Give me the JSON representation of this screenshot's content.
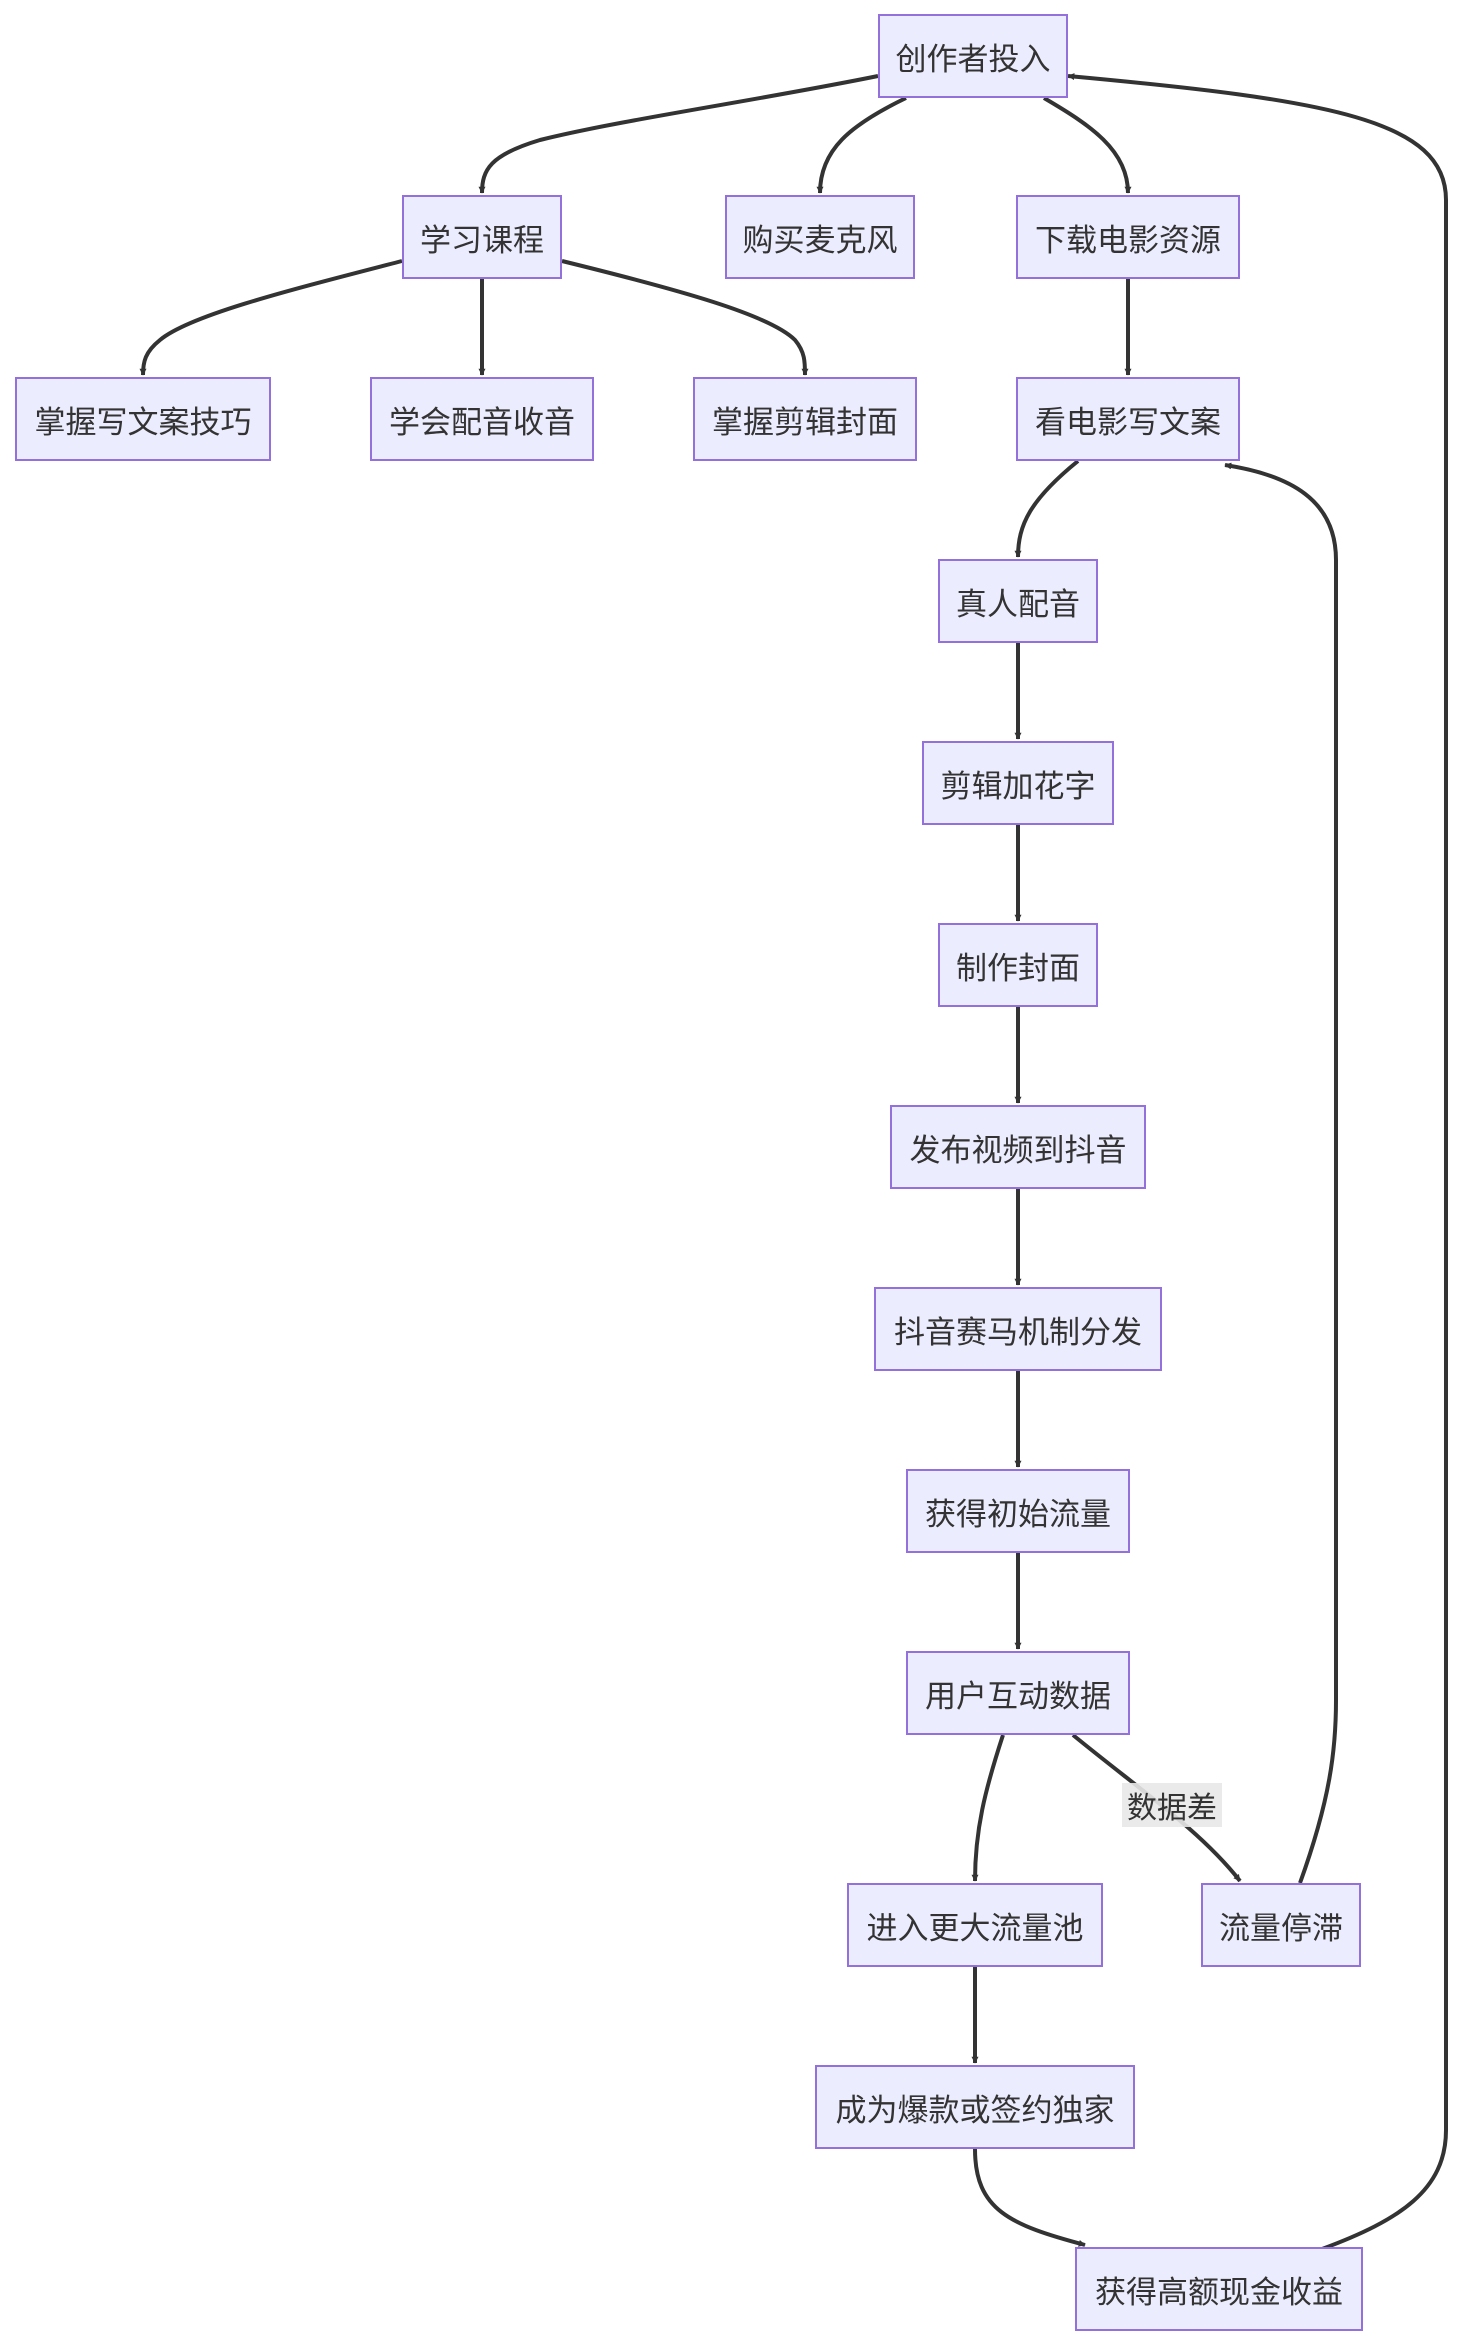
{
  "colors": {
    "node_fill": "#ECECFF",
    "node_border": "#9370DB",
    "edge": "#333333",
    "text": "#333333",
    "edge_label_bg": "#E8E8E8"
  },
  "nodes": {
    "creator_input": "创作者投入",
    "learn_course": "学习课程",
    "buy_mic": "购买麦克风",
    "download_movies": "下载电影资源",
    "copywriting_skill": "掌握写文案技巧",
    "dubbing_skill": "学会配音收音",
    "editing_skill": "掌握剪辑封面",
    "watch_write": "看电影写文案",
    "real_dubbing": "真人配音",
    "edit_captions": "剪辑加花字",
    "make_cover": "制作封面",
    "publish_douyin": "发布视频到抖音",
    "race_distribution": "抖音赛马机制分发",
    "initial_traffic": "获得初始流量",
    "user_data": "用户互动数据",
    "bigger_pool": "进入更大流量池",
    "traffic_stall": "流量停滞",
    "viral_exclusive": "成为爆款或签约独家",
    "cash_income": "获得高额现金收益"
  },
  "edge_labels": {
    "poor_data": "数据差"
  }
}
